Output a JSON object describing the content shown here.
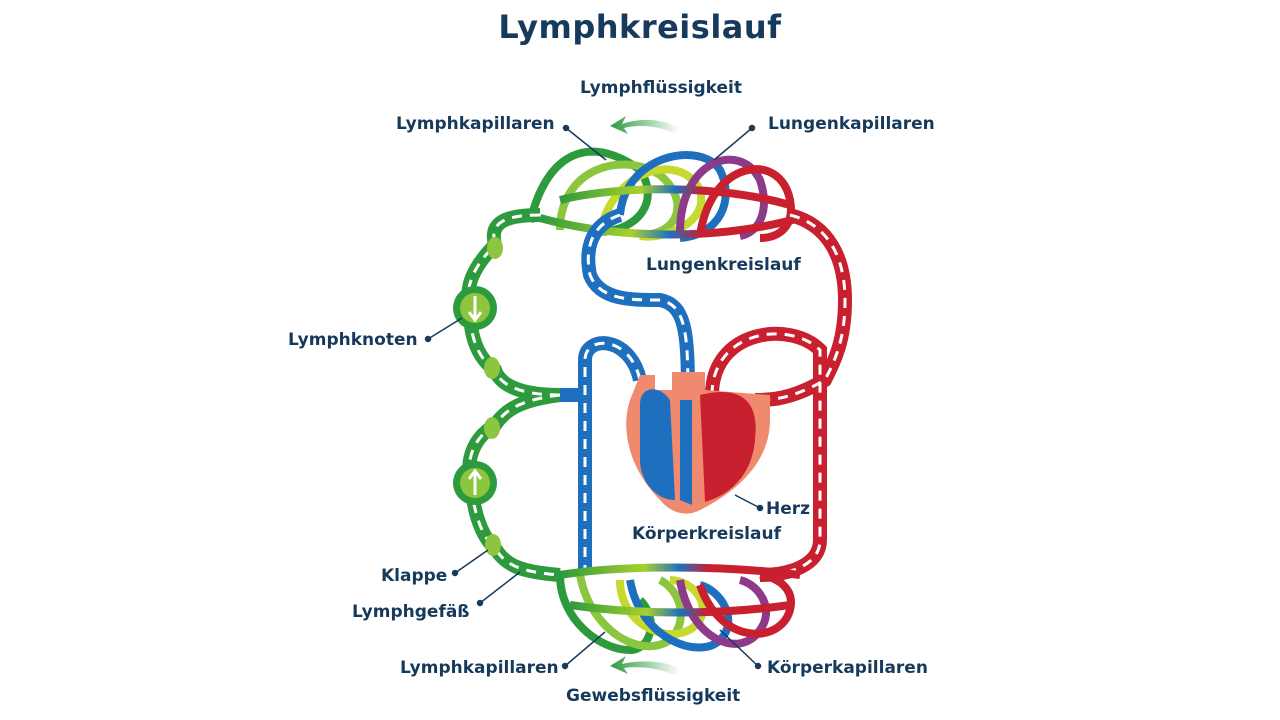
{
  "title": "Lymphkreislauf",
  "labels": {
    "lymphfluessigkeit": "Lymphflüssigkeit",
    "lymphkapillaren_top": "Lymphkapillaren",
    "lungenkapillaren": "Lungenkapillaren",
    "lungenkreislauf": "Lungenkreislauf",
    "lymphknoten": "Lymphknoten",
    "herz": "Herz",
    "koerperkreislauf": "Körperkreislauf",
    "klappe": "Klappe",
    "lymphgefaess": "Lymphgefäß",
    "lymphkapillaren_bottom": "Lymphkapillaren",
    "koerperkapillaren": "Körperkapillaren",
    "gewebsfluessigkeit": "Gewebsflüssigkeit"
  },
  "colors": {
    "lymph": "#2e9a3e",
    "lymph_light": "#a8cf2e",
    "venous": "#1f6fbf",
    "arterial": "#c8202f",
    "heart": "#f08a6e",
    "text": "#163a5c"
  }
}
